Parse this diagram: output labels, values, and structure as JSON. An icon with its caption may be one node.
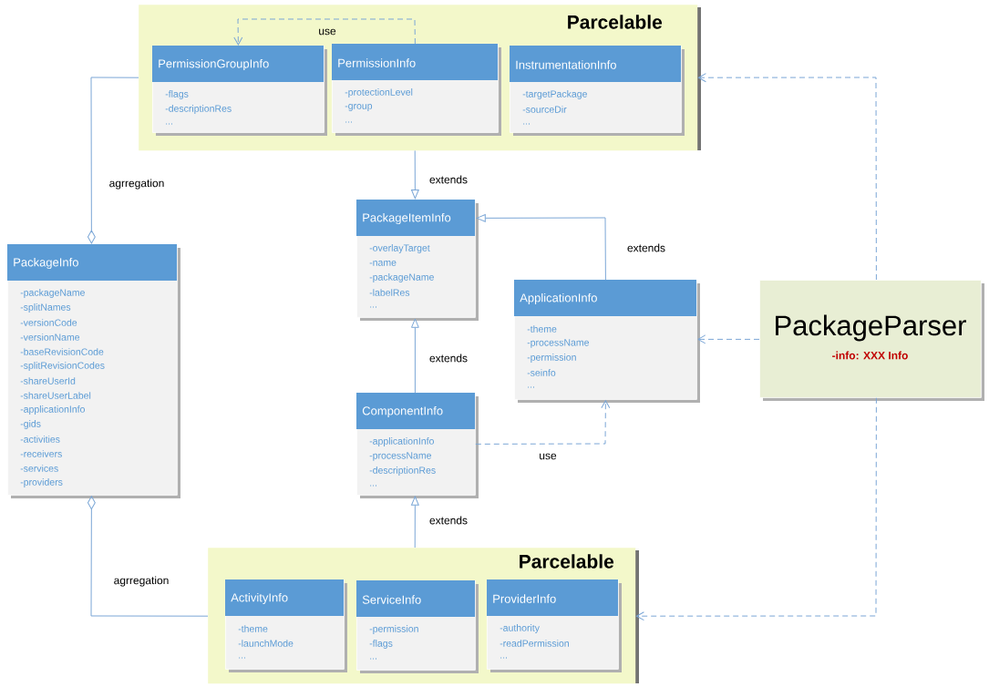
{
  "diagram": {
    "nodes": [
      {
        "text": [
          "Parcelable"
        ]
      },
      {
        "text": [
          "PermissionGroupInfo",
          "-flags",
          "-descriptionRes",
          "..."
        ],
        "in": 0
      },
      {
        "text": [
          "PermissionInfo",
          "-protectionLevel",
          "-group",
          "..."
        ],
        "in": 0
      },
      {
        "text": [
          "InstrumentationInfo",
          "-targetPackage",
          "-sourceDir",
          "..."
        ],
        "in": 0
      },
      {
        "text": [
          "PackageInfo",
          "-packageName",
          "-splitNames",
          "-versionCode",
          "-versionName",
          "-baseRevisionCode",
          "-splitRevisionCodes",
          "-shareUserId",
          "-shareUserLabel",
          "-applicationInfo",
          "-gids",
          "-activities",
          "-receivers",
          "-services",
          "-providers"
        ]
      },
      {
        "text": [
          "PackageItemInfo",
          "-overlayTarget",
          "-name",
          "-packageName",
          "-labelRes",
          "..."
        ]
      },
      {
        "text": [
          "ApplicationInfo",
          "-theme",
          "-processName",
          "-permission",
          "-seinfo",
          "..."
        ]
      },
      {
        "text": [
          "PackageParser",
          "-info: XXX Info"
        ]
      },
      {
        "text": [
          "ComponentInfo",
          "-applicationInfo",
          "-processName",
          "-descriptionRes",
          "..."
        ]
      },
      {
        "text": [
          "Parcelable"
        ]
      },
      {
        "text": [
          "ActivityInfo",
          "-theme",
          "-launchMode",
          "..."
        ],
        "in": 9
      },
      {
        "text": [
          "ServiceInfo",
          "-permission",
          "-flags",
          "..."
        ],
        "in": 9
      },
      {
        "text": [
          "ProviderInfo",
          "-authority",
          "-readPermission",
          "..."
        ],
        "in": 9
      }
    ],
    "edges": [
      {
        "from": 2,
        "to": 1,
        "arrow": "to",
        "style": "dashed",
        "label": "use"
      },
      {
        "from": 0,
        "to": 4,
        "arrow": "other",
        "label": "agrregation"
      },
      {
        "from": 9,
        "to": 4,
        "arrow": "other",
        "label": "agrregation"
      },
      {
        "from": 0,
        "to": 5,
        "arrow": "to",
        "label": "extends"
      },
      {
        "from": 6,
        "to": 5,
        "arrow": "to",
        "label": "extends"
      },
      {
        "from": 8,
        "to": 5,
        "arrow": "to",
        "label": "extends"
      },
      {
        "from": 9,
        "to": 8,
        "arrow": "to",
        "label": "extends"
      },
      {
        "from": 8,
        "to": 6,
        "arrow": "to",
        "style": "dashed",
        "label": "use"
      },
      {
        "from": 7,
        "to": 0,
        "arrow": "to",
        "style": "dashed"
      },
      {
        "from": 7,
        "to": 6,
        "arrow": "to",
        "style": "dashed"
      },
      {
        "from": 7,
        "to": 9,
        "arrow": "to",
        "style": "dashed"
      }
    ]
  }
}
